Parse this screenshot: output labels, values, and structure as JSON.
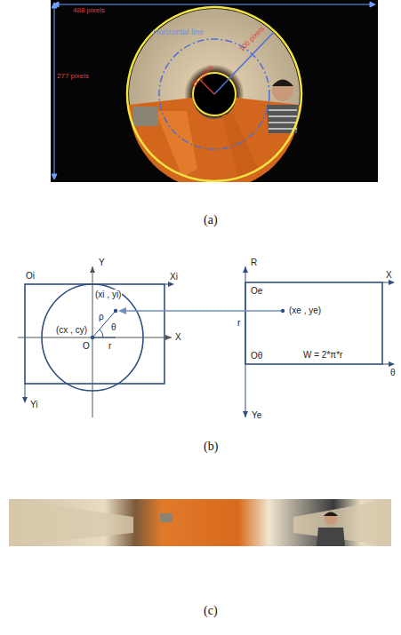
{
  "diagram": {
    "labels": [
      "488 pixels",
      "277 pixels",
      "Horizontal line",
      "100 pixels",
      "24 pixels",
      "(a)",
      "Y",
      "Oi",
      "Xi",
      "(xi , yi)",
      "ρ",
      "θ",
      "(cx , cy)",
      "O",
      "r",
      "X",
      "Yi",
      "R",
      "Oe",
      "X",
      "r",
      "(xe , ye)",
      "Oθ",
      "W = 2*π*r",
      "θ",
      "Ye",
      "(b)",
      "(c)"
    ]
  }
}
